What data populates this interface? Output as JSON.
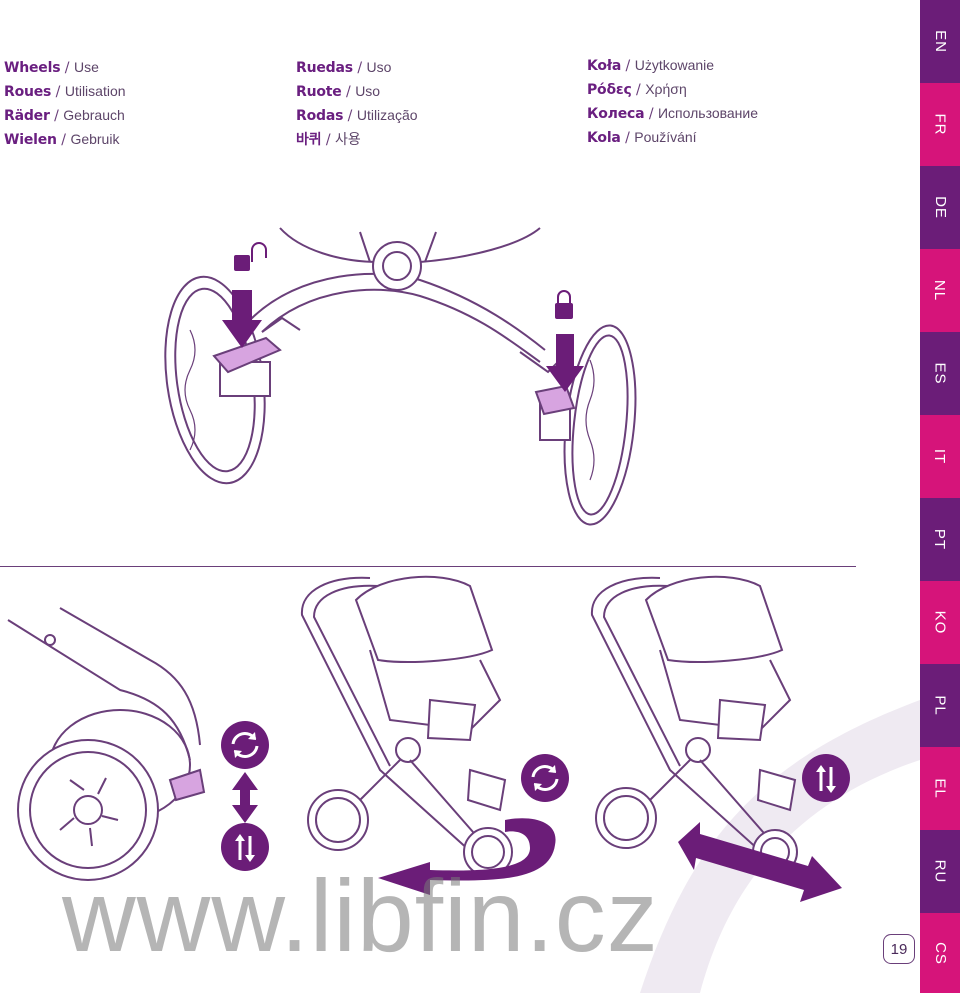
{
  "headings": {
    "col1": [
      {
        "term": "Wheels",
        "word": "Use"
      },
      {
        "term": "Roues",
        "word": "Utilisation"
      },
      {
        "term": "Räder",
        "word": "Gebrauch"
      },
      {
        "term": "Wielen",
        "word": "Gebruik"
      }
    ],
    "col2": [
      {
        "term": "Ruedas",
        "word": "Uso"
      },
      {
        "term": "Ruote",
        "word": "Uso"
      },
      {
        "term": "Rodas",
        "word": "Utilização"
      },
      {
        "term": "바퀴",
        "word": "사용"
      }
    ],
    "col3": [
      {
        "term": "Koła",
        "word": "Użytkowanie"
      },
      {
        "term": "Ρόδες",
        "word": "Χρήση"
      },
      {
        "term": "Колеса",
        "word": "Использование"
      },
      {
        "term": "Kola",
        "word": "Používání"
      }
    ],
    "separator": "/"
  },
  "languages": [
    {
      "code": "EN",
      "color": "#6b1d78"
    },
    {
      "code": "FR",
      "color": "#d6147a"
    },
    {
      "code": "DE",
      "color": "#6b1d78"
    },
    {
      "code": "NL",
      "color": "#d6147a"
    },
    {
      "code": "ES",
      "color": "#6b1d78"
    },
    {
      "code": "IT",
      "color": "#d6147a"
    },
    {
      "code": "PT",
      "color": "#6b1d78"
    },
    {
      "code": "KO",
      "color": "#d6147a"
    },
    {
      "code": "PL",
      "color": "#6b1d78"
    },
    {
      "code": "EL",
      "color": "#d6147a"
    },
    {
      "code": "RU",
      "color": "#6b1d78"
    },
    {
      "code": "CS",
      "color": "#d6147a"
    }
  ],
  "page_number": "19",
  "watermark": "www.libfin.cz",
  "colors": {
    "accent": "#6a1f80",
    "magenta": "#d6147a",
    "line": "#6a3f7a"
  }
}
